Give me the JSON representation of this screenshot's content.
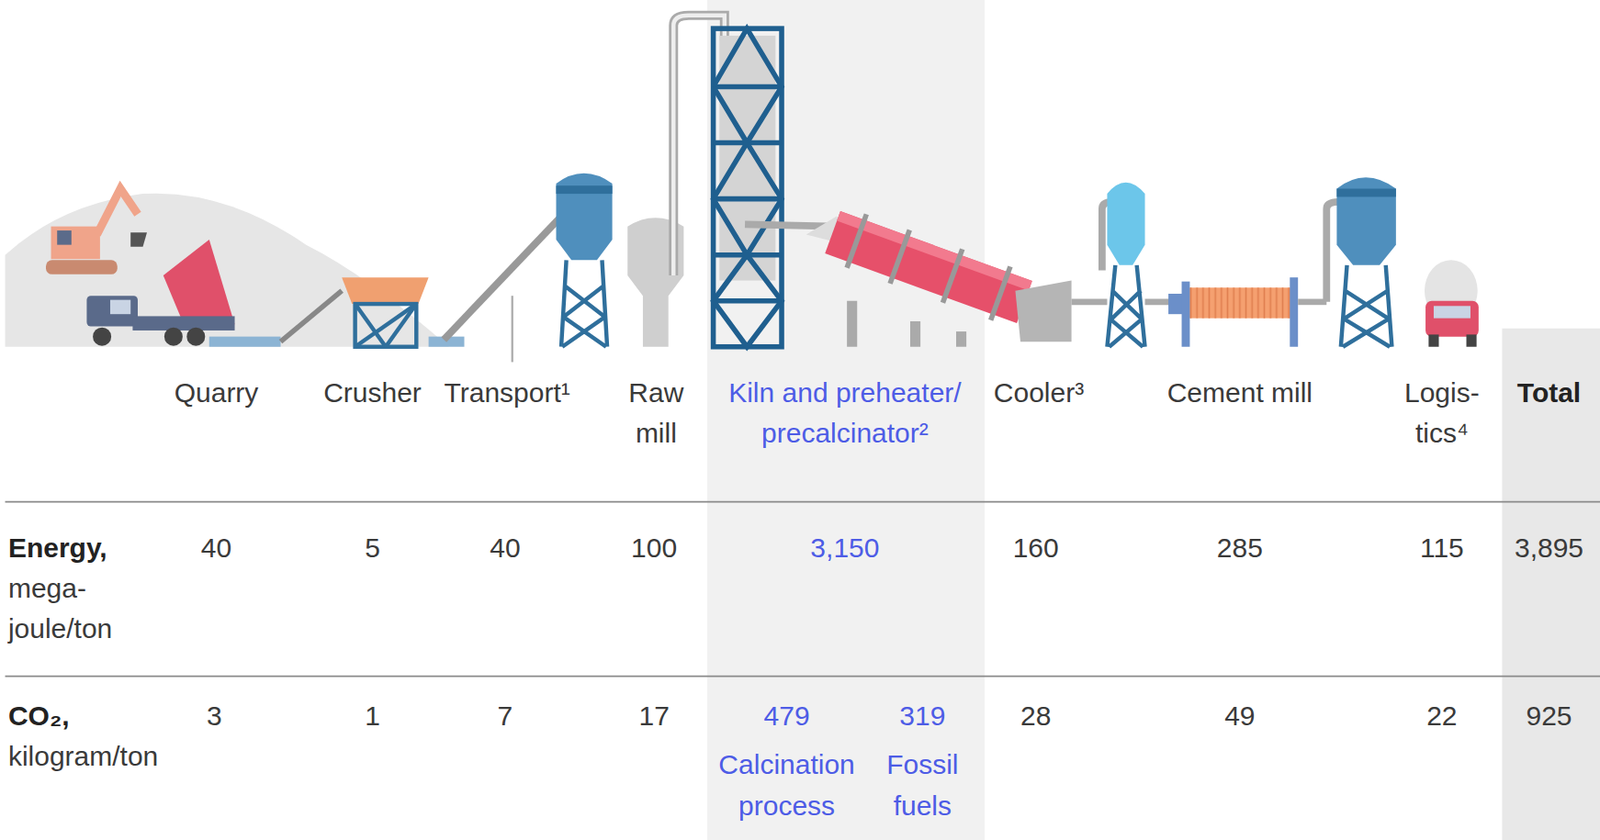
{
  "diagram": {
    "labels": [
      "Quarry",
      "Crusher",
      "Transport¹",
      "Raw mill",
      "Kiln and preheater/ precalcinator²",
      "Cooler³",
      "Cement mill",
      "Logis- tics⁴",
      "Total",
      "Energy,",
      "mega- joule/ton",
      "40",
      "5",
      "40",
      "100",
      "3,150",
      "160",
      "285",
      "115",
      "3,895",
      "CO₂,",
      "kilogram/ton",
      "3",
      "1",
      "7",
      "17",
      "479",
      "319",
      "28",
      "49",
      "22",
      "925",
      "Calcination process",
      "Fossil fuels"
    ]
  }
}
